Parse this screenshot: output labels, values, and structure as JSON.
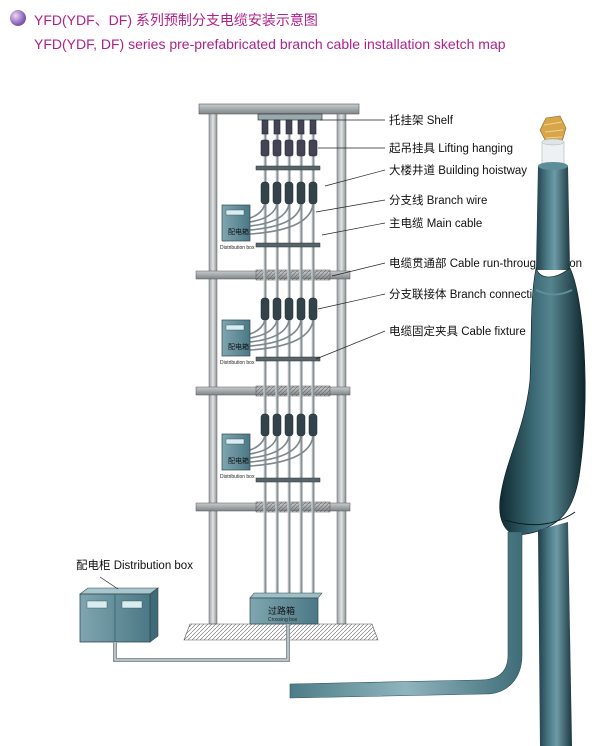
{
  "header": {
    "title_zh": "YFD(YDF、DF) 系列预制分支电缆安装示意图",
    "title_en": "YFD(YDF, DF) series pre-prefabricated branch cable installation sketch map"
  },
  "labels": {
    "shelf": "托挂架 Shelf",
    "lifting": "起吊挂具 Lifting hanging",
    "hoistway": "大楼井道 Building hoistway",
    "branch_wire": "分支线 Branch wire",
    "main_cable": "主电缆 Main cable",
    "run_through": "电缆贯通部 Cable run-through section",
    "branch_connection": "分支联接体 Branch connection",
    "fixture": "电缆固定夹具 Cable fixture",
    "distribution_box": "配电柜 Distribution box"
  },
  "floor_box": {
    "zh": "配电箱",
    "en": "Distribution box"
  },
  "crossing_box": {
    "zh": "过路箱",
    "en": "Crossing box"
  }
}
